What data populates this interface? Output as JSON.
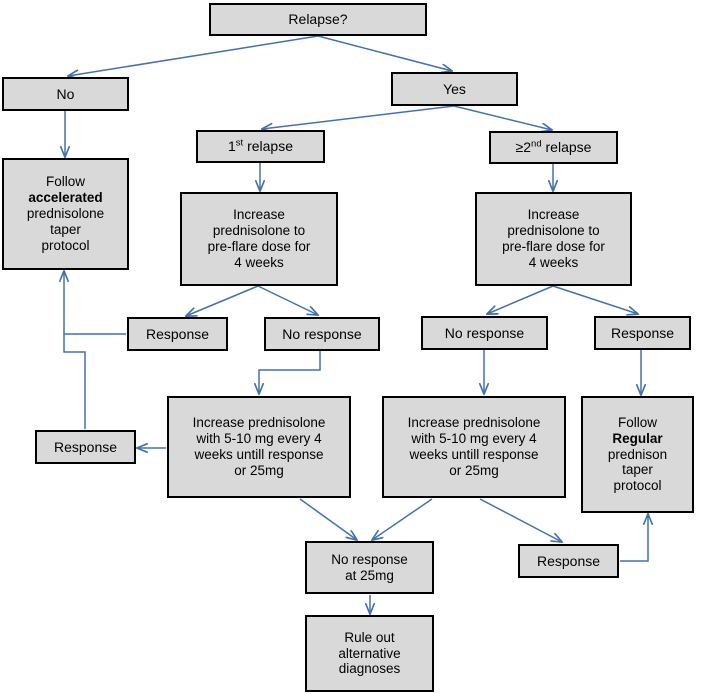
{
  "diagram": {
    "title": "Relapse management flowchart",
    "style": {
      "node_fill": "#d9d9d9",
      "node_border": "#000000",
      "edge_color": "#4472a8",
      "background": "#ffffff"
    },
    "nodes": [
      {
        "id": "relapse",
        "label": "Relapse?"
      },
      {
        "id": "no",
        "label": "No"
      },
      {
        "id": "yes",
        "label": "Yes"
      },
      {
        "id": "first_relapse",
        "label": "1st  relapse",
        "label_base": "1",
        "label_sup": "st",
        "label_rest": "  relapse"
      },
      {
        "id": "second_relapse",
        "label": "≥2nd  relapse",
        "label_base": "≥2",
        "label_sup": "nd",
        "label_rest": "  relapse"
      },
      {
        "id": "accelerated",
        "lines": [
          "Follow",
          "accelerated",
          "prednisolone",
          "taper",
          "protocol"
        ],
        "bold_line": 1
      },
      {
        "id": "increase_left",
        "lines": [
          "Increase",
          "prednisolone to",
          "pre-flare dose for",
          "4 weeks"
        ]
      },
      {
        "id": "increase_right",
        "lines": [
          "Increase",
          "prednisolone to",
          "pre-flare dose for",
          "4 weeks"
        ]
      },
      {
        "id": "resp_1",
        "label": "Response"
      },
      {
        "id": "noresp_1",
        "label": "No response"
      },
      {
        "id": "noresp_2",
        "label": "No response"
      },
      {
        "id": "resp_2",
        "label": "Response"
      },
      {
        "id": "resp_left",
        "label": "Response"
      },
      {
        "id": "titrate_left",
        "lines": [
          "Increase prednisolone",
          "with 5-10 mg every 4",
          "weeks untill response",
          "or 25mg"
        ]
      },
      {
        "id": "titrate_right",
        "lines": [
          "Increase prednisolone",
          "with 5-10 mg every 4",
          "weeks untill response",
          "or 25mg"
        ]
      },
      {
        "id": "regular",
        "lines": [
          "Follow",
          "Regular",
          "prednison",
          "taper",
          "protocol"
        ],
        "bold_line": 1
      },
      {
        "id": "noresp_25",
        "lines": [
          "No response",
          "at 25mg"
        ]
      },
      {
        "id": "resp_bottom",
        "label": "Response"
      },
      {
        "id": "rule_out",
        "lines": [
          "Rule out",
          "alternative",
          "diagnoses"
        ]
      }
    ]
  }
}
